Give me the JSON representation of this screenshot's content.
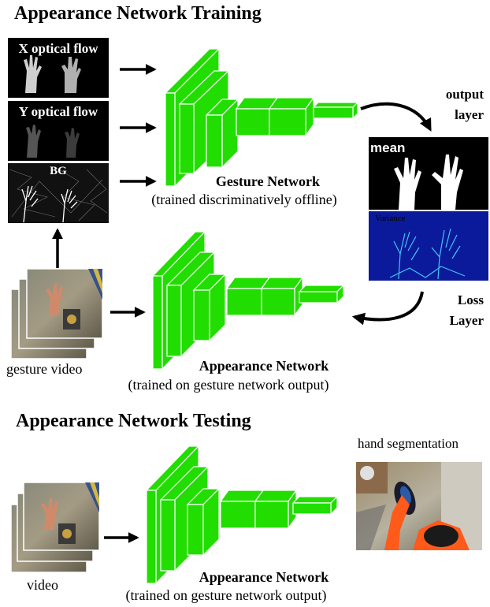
{
  "training": {
    "title": "Appearance Network Training",
    "inputs": {
      "x_flow": "X optical flow",
      "y_flow": "Y optical flow",
      "bg": "BG"
    },
    "gesture_network": {
      "name": "Gesture Network",
      "note": "(trained discriminatively offline)"
    },
    "output_layer": [
      "output",
      "layer"
    ],
    "mean_label": "mean",
    "variance_label": "Variance",
    "loss_layer": [
      "Loss",
      "Layer"
    ],
    "appearance_network": {
      "name": "Appearance Network",
      "note": "(trained on gesture network output)"
    },
    "video_caption": "gesture video"
  },
  "testing": {
    "title": "Appearance Network Testing",
    "output_caption": "hand segmentation",
    "appearance_network": {
      "name": "Appearance Network",
      "note": "(trained on gesture network output)"
    },
    "video_caption": "video"
  },
  "colors": {
    "network": "#22dd00",
    "network_edge": "#ffffff",
    "variance_bg": "#0a1a9a"
  }
}
